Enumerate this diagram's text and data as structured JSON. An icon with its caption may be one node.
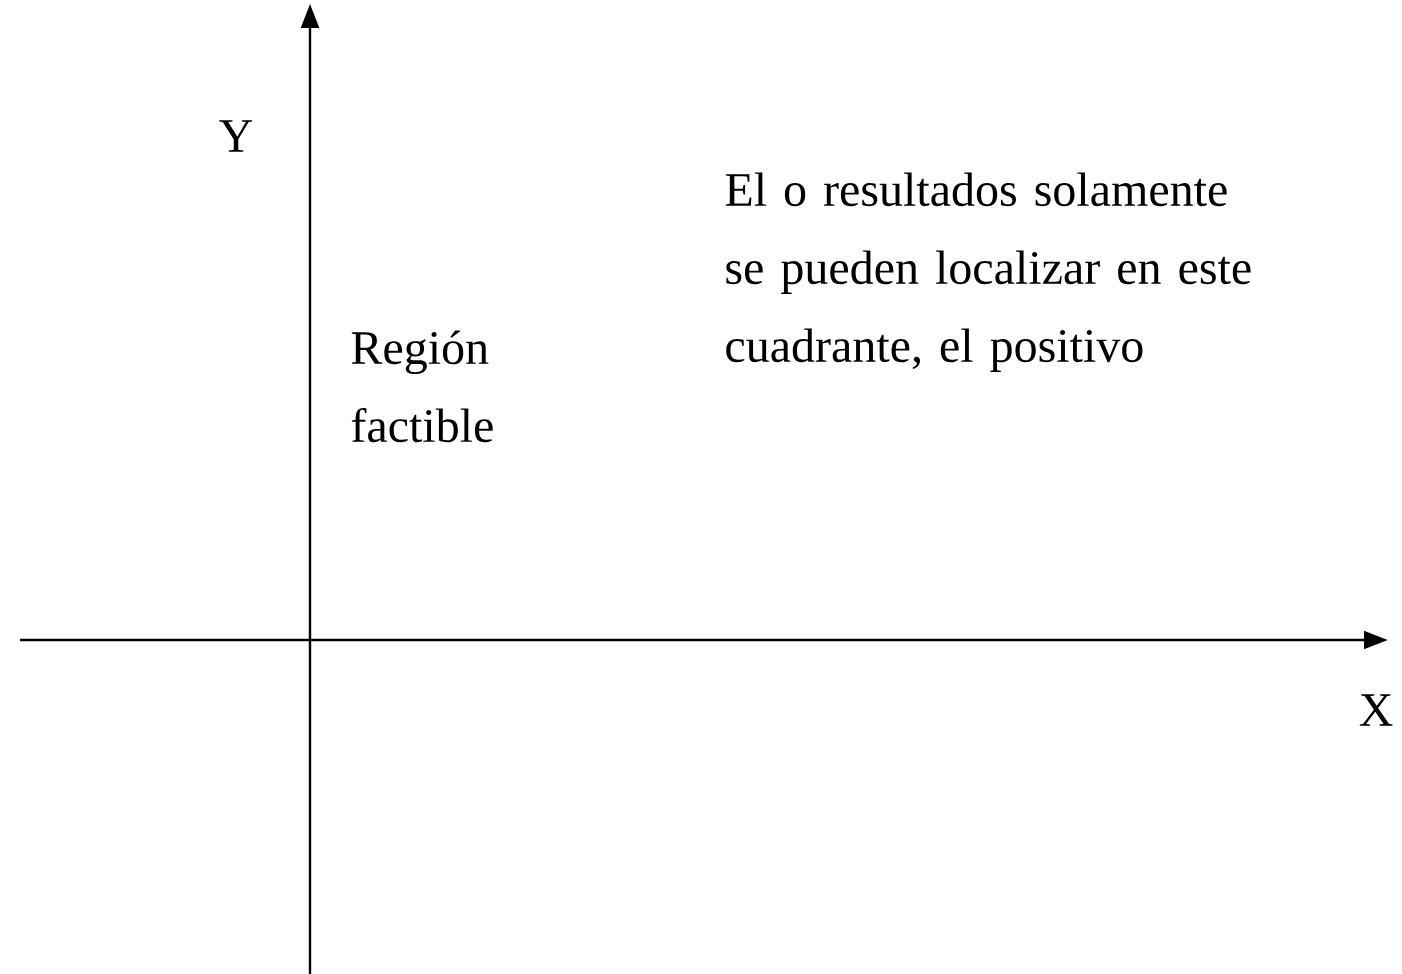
{
  "diagram": {
    "labels": [
      "Y",
      "Región factible",
      "El o resultados solamente se pueden localizar en este cuadrante, el positivo",
      "X"
    ]
  }
}
